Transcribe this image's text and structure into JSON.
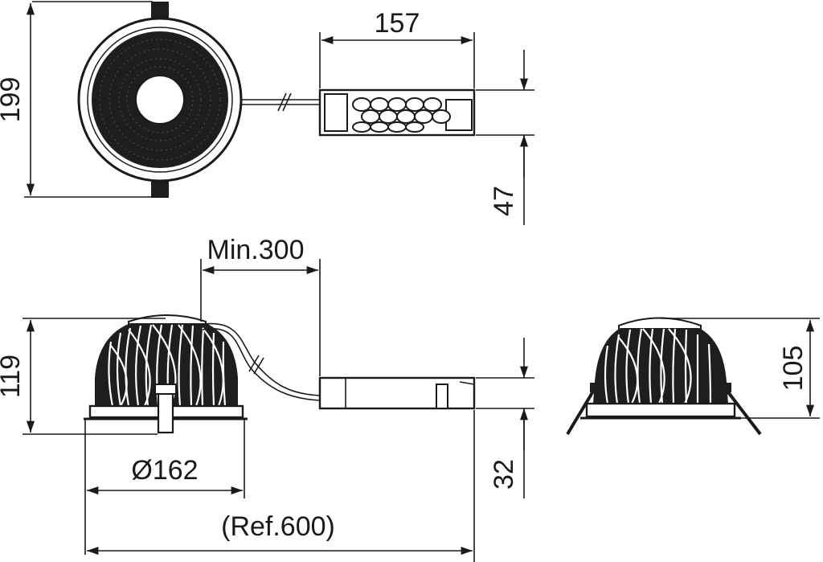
{
  "dimensions": {
    "top_diameter": "199",
    "driver_length": "157",
    "driver_width": "47",
    "cable_min": "Min.300",
    "total_height": "119",
    "cutout_diameter": "Ø162",
    "cable_ref": "(Ref.600)",
    "driver_height": "32",
    "side_height": "105"
  }
}
